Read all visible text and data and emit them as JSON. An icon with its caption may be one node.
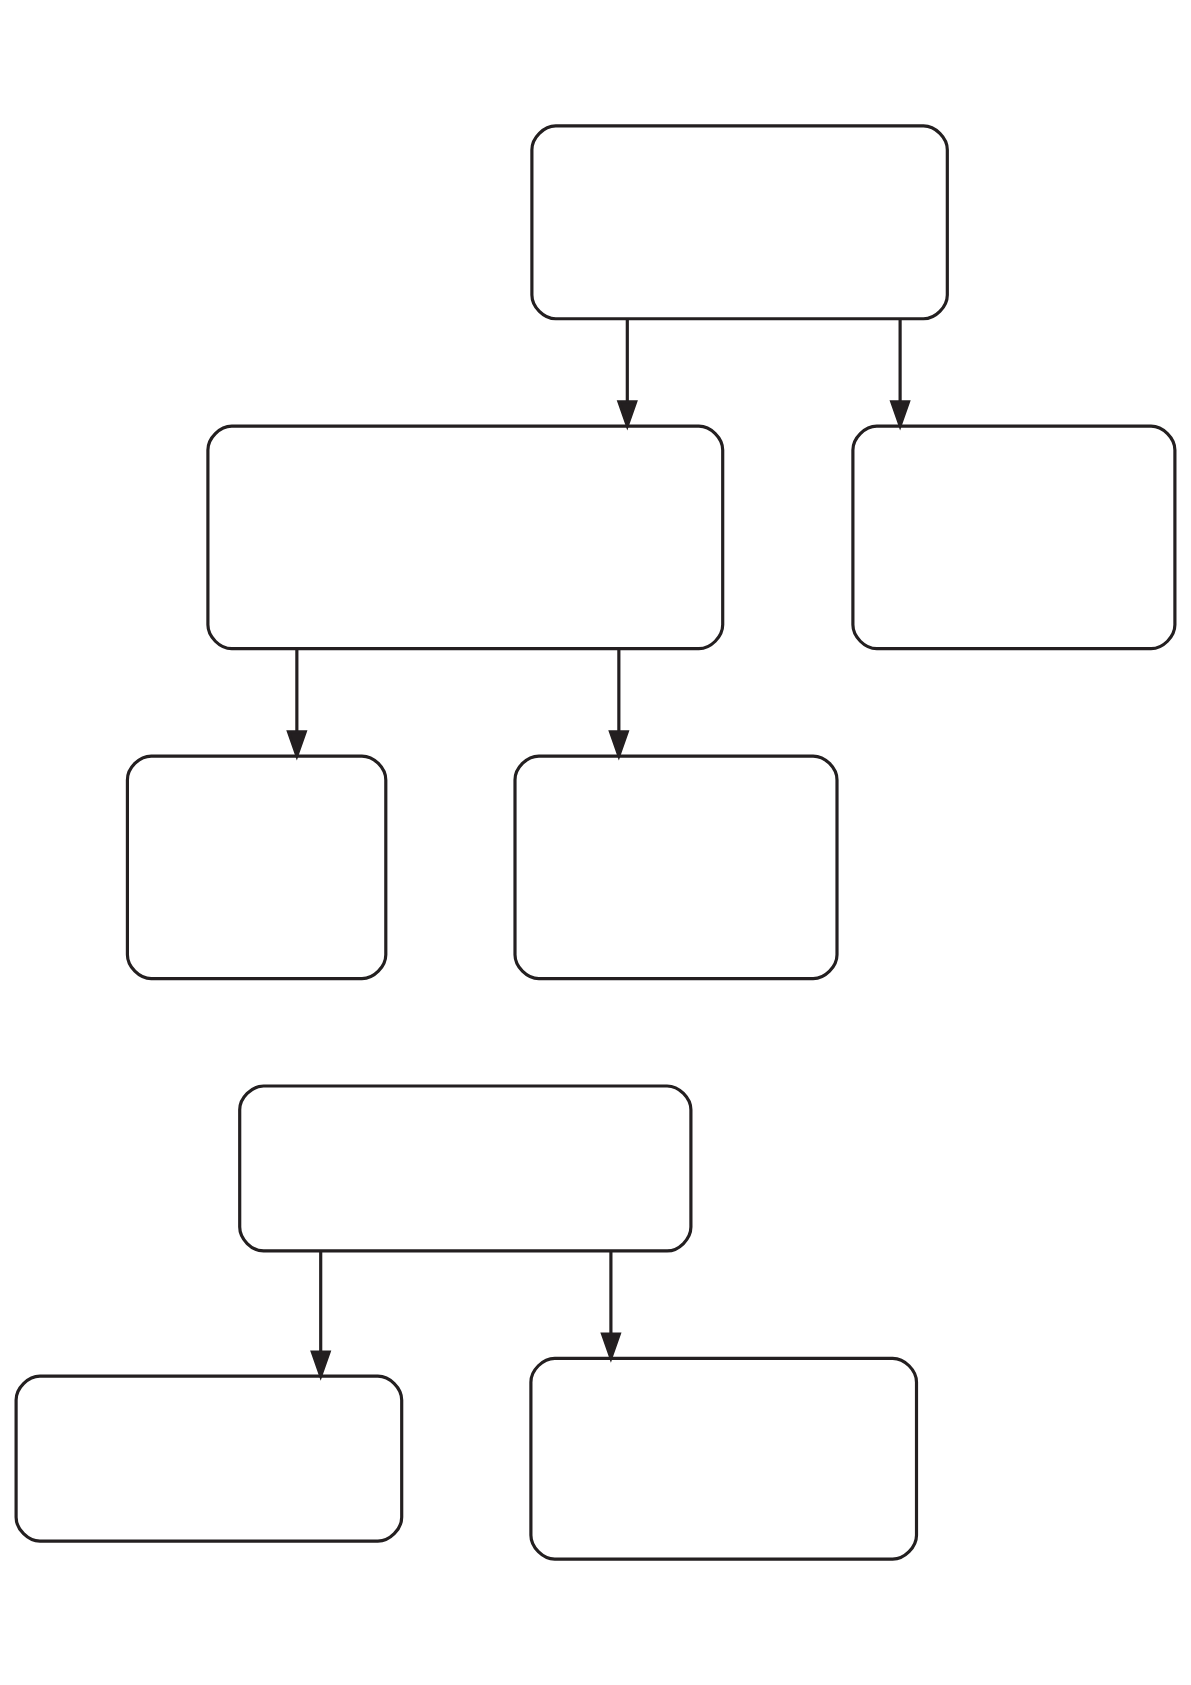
{
  "diagram": {
    "nodes": [
      {
        "text": [],
        "shape": "box"
      },
      {
        "text": [],
        "shape": "box"
      },
      {
        "text": [],
        "shape": "box"
      },
      {
        "text": [],
        "shape": "box"
      },
      {
        "text": [],
        "shape": "box"
      },
      {
        "text": [],
        "shape": "box"
      },
      {
        "text": [],
        "shape": "box"
      },
      {
        "text": [],
        "shape": "box"
      }
    ],
    "edges": [
      {
        "from": 0,
        "to": 1,
        "arrow": "to"
      },
      {
        "from": 0,
        "to": 2,
        "arrow": "to"
      },
      {
        "from": 1,
        "to": 3,
        "arrow": "to"
      },
      {
        "from": 1,
        "to": 4,
        "arrow": "to"
      },
      {
        "from": 5,
        "to": 6,
        "arrow": "to"
      },
      {
        "from": 5,
        "to": 7,
        "arrow": "to"
      }
    ]
  }
}
